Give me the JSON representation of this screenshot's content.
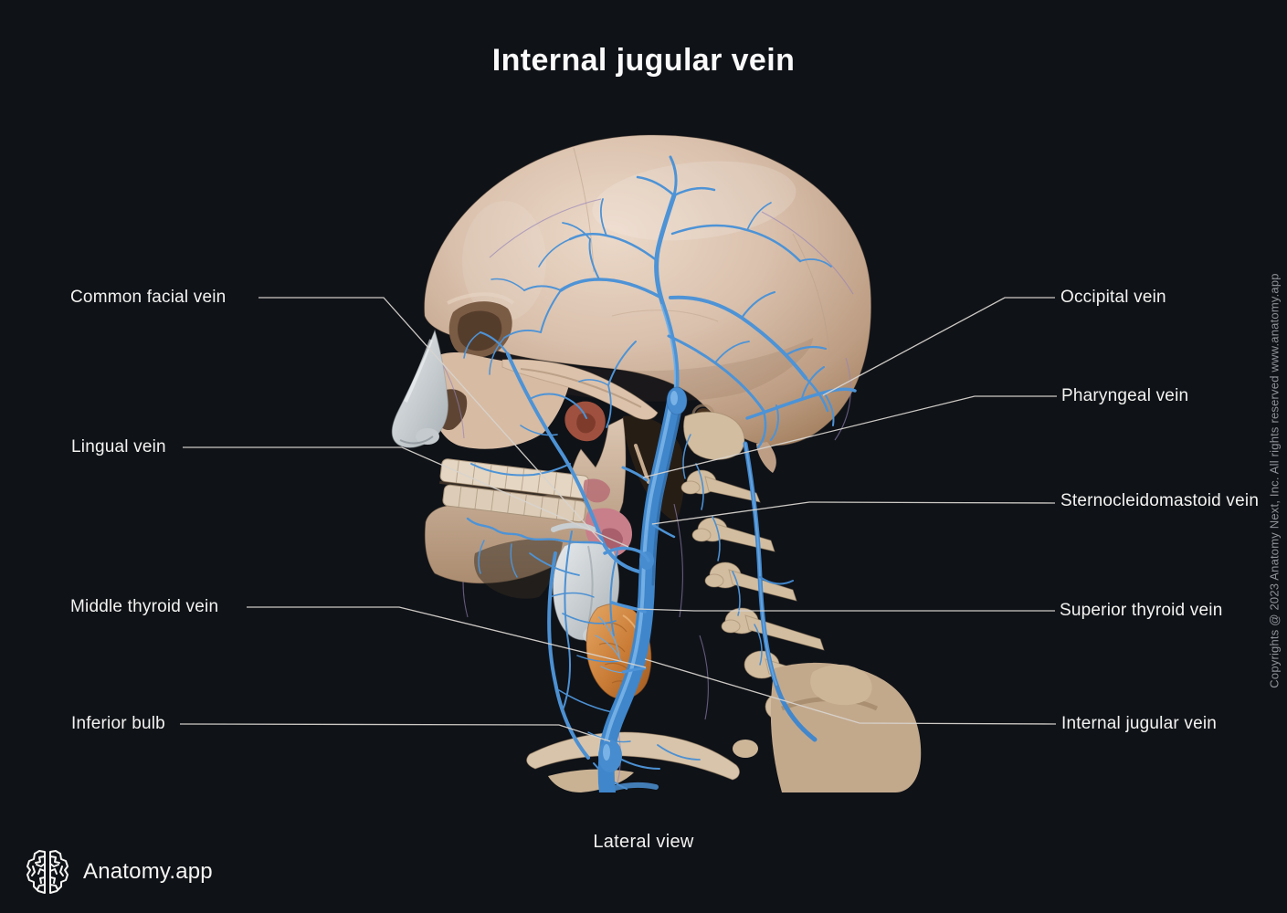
{
  "title": "Internal jugular vein",
  "caption": "Lateral view",
  "brand": {
    "name": "Anatomy.app"
  },
  "copyright": "Copyrights @ 2023 Anatomy Next, Inc. All rights reserved www.anatomy.app",
  "labels": {
    "left": [
      {
        "label": "Common facial vein"
      },
      {
        "label": "Lingual vein"
      },
      {
        "label": "Middle thyroid vein"
      },
      {
        "label": "Inferior bulb"
      }
    ],
    "right": [
      {
        "label": "Occipital vein"
      },
      {
        "label": "Pharyngeal vein"
      },
      {
        "label": "Sternocleidomastoid vein"
      },
      {
        "label": "Superior thyroid vein"
      },
      {
        "label": "Internal jugular vein"
      }
    ]
  },
  "colors": {
    "background": "#0f1217",
    "label_text": "#f3f3f1",
    "leader_line": "#d8d4cf",
    "vein_blue": "#4d93d6",
    "bone": "#d2b99f",
    "thyroid_orange": "#c97c36",
    "cartilage_gray": "#c9ced1",
    "copyright_text": "#8f9298"
  }
}
